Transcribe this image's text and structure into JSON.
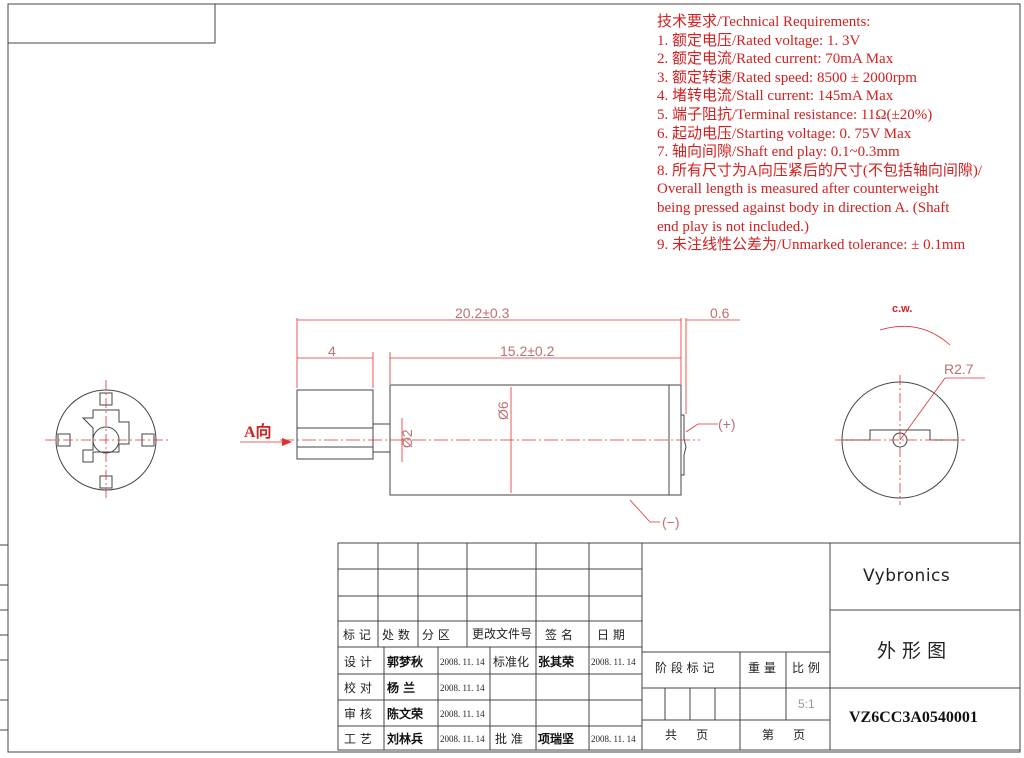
{
  "requirements": {
    "title": "技术要求/Technical Requirements:",
    "items": [
      "1. 额定电压/Rated voltage: 1. 3V",
      "2. 额定电流/Rated current: 70mA Max",
      "3. 额定转速/Rated speed: 8500 ± 2000rpm",
      "4. 堵转电流/Stall current: 145mA Max",
      "5. 端子阻抗/Terminal resistance: 11Ω(±20%)",
      "6. 起动电压/Starting voltage: 0. 75V  Max",
      "7. 轴向间隙/Shaft end play: 0.1~0.3mm",
      "8. 所有尺寸为A向压紧后的尺寸(不包括轴向间隙)/",
      "Overall length is measured after counterweight",
      "being pressed against body in direction A. (Shaft",
      "end play is not included.)",
      "9. 未注线性公差为/Unmarked tolerance: ± 0.1mm"
    ]
  },
  "dimensions": {
    "overall": "20.2±0.3",
    "weight_len": "4",
    "body_len": "15.2±0.2",
    "end": "0.6",
    "dia_body": "Ø6",
    "dia_shaft": "Ø2",
    "plus": "(+)",
    "minus": "(−)",
    "direction": "A向",
    "rotation": "c.w.",
    "radius": "R2.7"
  },
  "title_block": {
    "headers": [
      "标 记",
      "处 数",
      "分  区",
      "更改文件号",
      "签  名",
      "日  期"
    ],
    "rows": [
      {
        "role": "设 计",
        "name": "郭梦秋",
        "date": "2008. 11. 14",
        "role2": "标准化",
        "name2": "张其荣",
        "date2": "2008. 11. 14"
      },
      {
        "role": "校 对",
        "name": "杨  兰",
        "date": "2008. 11. 14"
      },
      {
        "role": "审 核",
        "name": "陈文荣",
        "date": "2008. 11. 14"
      },
      {
        "role": "工 艺",
        "name": "刘林兵",
        "date": "2008. 11. 14",
        "role2": "批 准",
        "name2": "项瑞坚",
        "date2": "2008. 11. 14"
      }
    ],
    "stage": "阶 段 标 记",
    "weight": "重 量",
    "scale_label": "比 例",
    "scale": "5:1",
    "total_pages": "共     页",
    "page": "第     页",
    "company": "Vybronics",
    "drawing_title": "外 形 图",
    "part_number": "VZ6CC3A0540001"
  }
}
